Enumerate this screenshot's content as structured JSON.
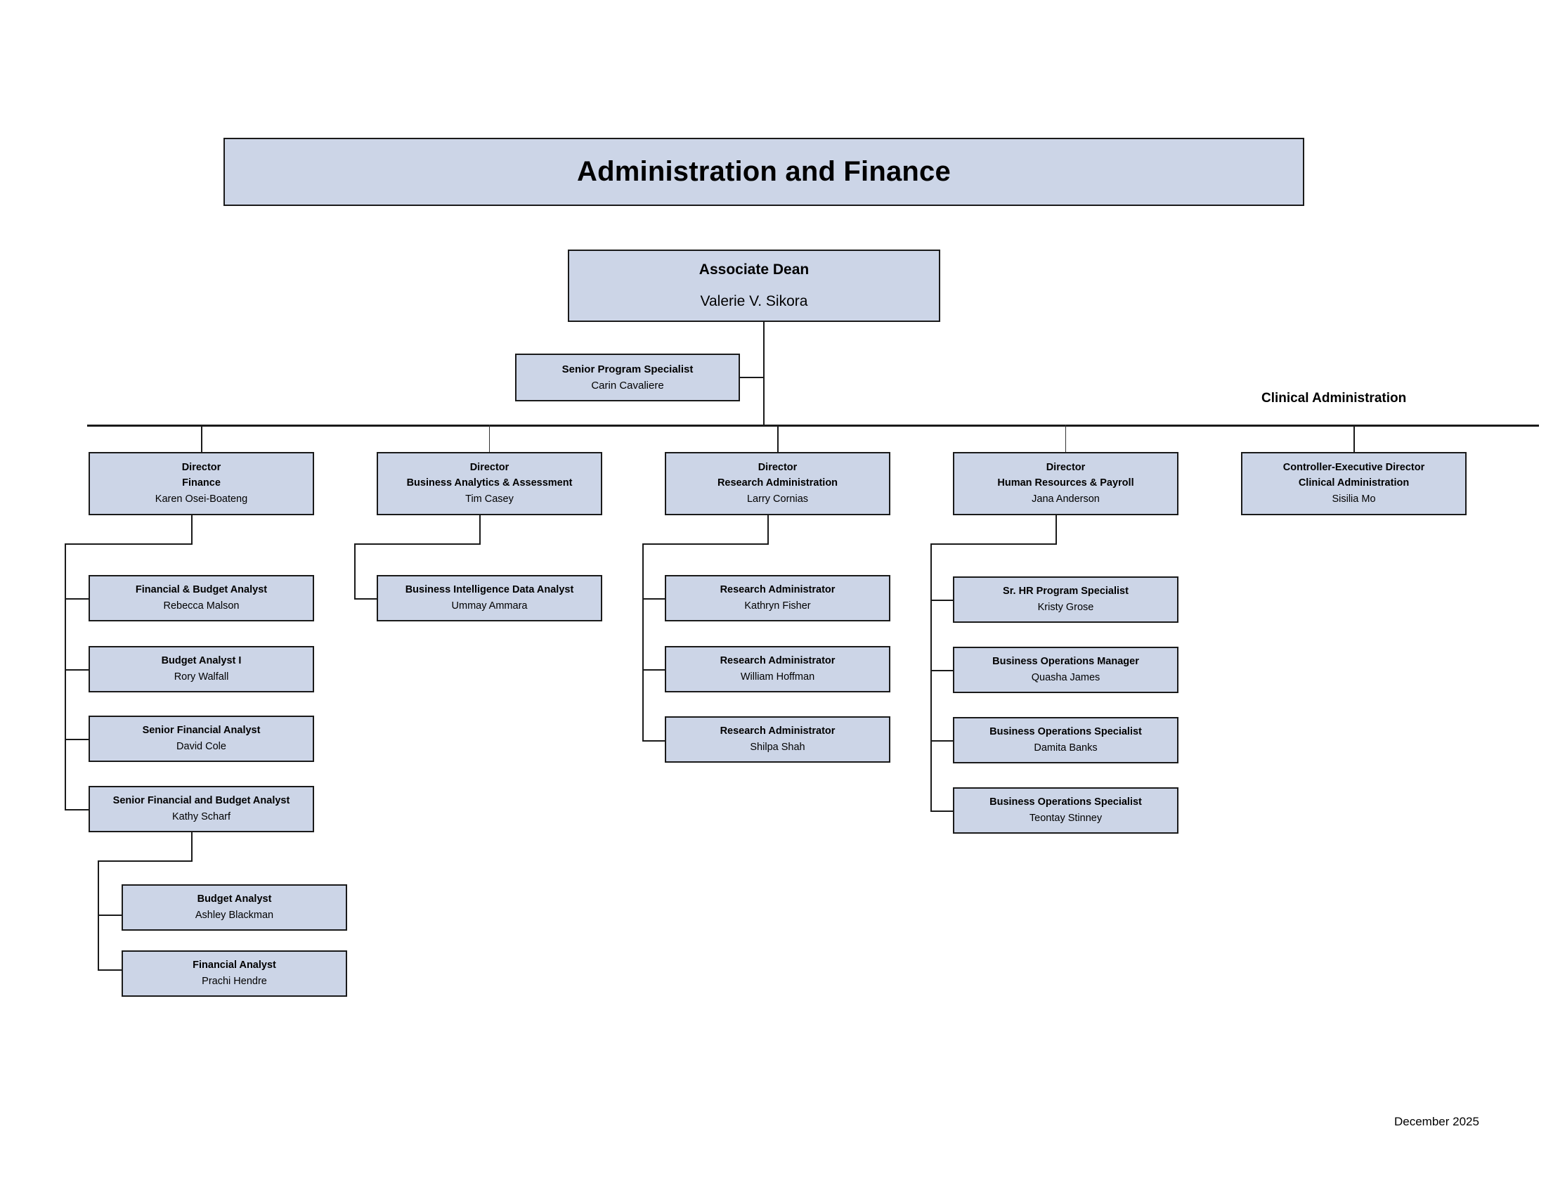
{
  "document": {
    "header_title": "Administration and Finance",
    "date_stamp": "December 2025",
    "group_label_clinical": "Clinical Administration",
    "box_fill_color": "#ccd5e7",
    "box_border_color": "#1a1a1a",
    "page_background": "#ffffff"
  },
  "dean": {
    "title": "Associate Dean",
    "name": "Valerie V. Sikora"
  },
  "assistant": {
    "title": "Senior Program Specialist",
    "name": "Carin Cavaliere"
  },
  "directors": [
    {
      "title": "Director",
      "unit": "Finance",
      "name": "Karen Osei-Boateng",
      "reports": [
        {
          "title": "Financial & Budget Analyst",
          "name": "Rebecca Malson"
        },
        {
          "title": "Budget Analyst I",
          "name": "Rory Walfall"
        },
        {
          "title": "Senior Financial Analyst",
          "name": "David Cole"
        },
        {
          "title": "Senior Financial and Budget Analyst",
          "name": "Kathy Scharf"
        }
      ],
      "sub_reports": [
        {
          "title": "Budget Analyst",
          "name": "Ashley Blackman"
        },
        {
          "title": "Financial Analyst",
          "name": "Prachi Hendre"
        }
      ]
    },
    {
      "title": "Director",
      "unit": "Business Analytics & Assessment",
      "name": "Tim Casey",
      "reports": [
        {
          "title": "Business Intelligence Data Analyst",
          "name": "Ummay Ammara"
        }
      ]
    },
    {
      "title": "Director",
      "unit": "Research Administration",
      "name": "Larry Cornias",
      "reports": [
        {
          "title": "Research Administrator",
          "name": "Kathryn Fisher"
        },
        {
          "title": "Research Administrator",
          "name": "William Hoffman"
        },
        {
          "title": "Research Administrator",
          "name": "Shilpa Shah"
        }
      ]
    },
    {
      "title": "Director",
      "unit": "Human Resources & Payroll",
      "name": "Jana Anderson",
      "reports": [
        {
          "title": "Sr. HR Program Specialist",
          "name": "Kristy Grose"
        },
        {
          "title": "Business Operations Manager",
          "name": "Quasha James"
        },
        {
          "title": "Business Operations Specialist",
          "name": "Damita Banks"
        },
        {
          "title": "Business Operations Specialist",
          "name": "Teontay Stinney"
        }
      ]
    },
    {
      "title": "Controller-Executive Director",
      "unit": "Clinical Administration",
      "name": "Sisilia Mo",
      "reports": []
    }
  ]
}
